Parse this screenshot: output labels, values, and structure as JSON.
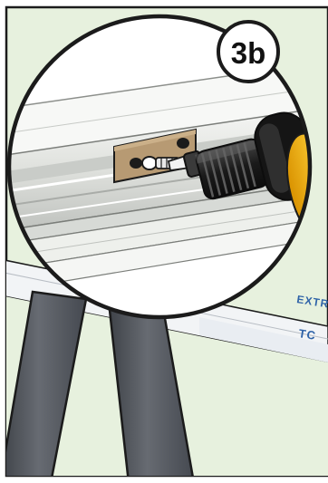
{
  "step_label": "3b",
  "panel_text_top": "EXTR",
  "panel_text_bottom": "TC",
  "colors": {
    "background": "#e7f1de",
    "frame": "#1b1b1b",
    "rail_light": "#f3f4f2",
    "rail_mid": "#d6d8d5",
    "rail_shadow": "#9ea19d",
    "plate": "#b79a73",
    "drill_body": "#1a1a1a",
    "drill_grip_ring": "#5c5c5c",
    "drill_accent": "#f1b81b",
    "leg": "#575b62",
    "panel_text": "#2f63a8"
  },
  "icons": [
    "drill-icon",
    "screw-icon",
    "bracket-plate-icon"
  ]
}
